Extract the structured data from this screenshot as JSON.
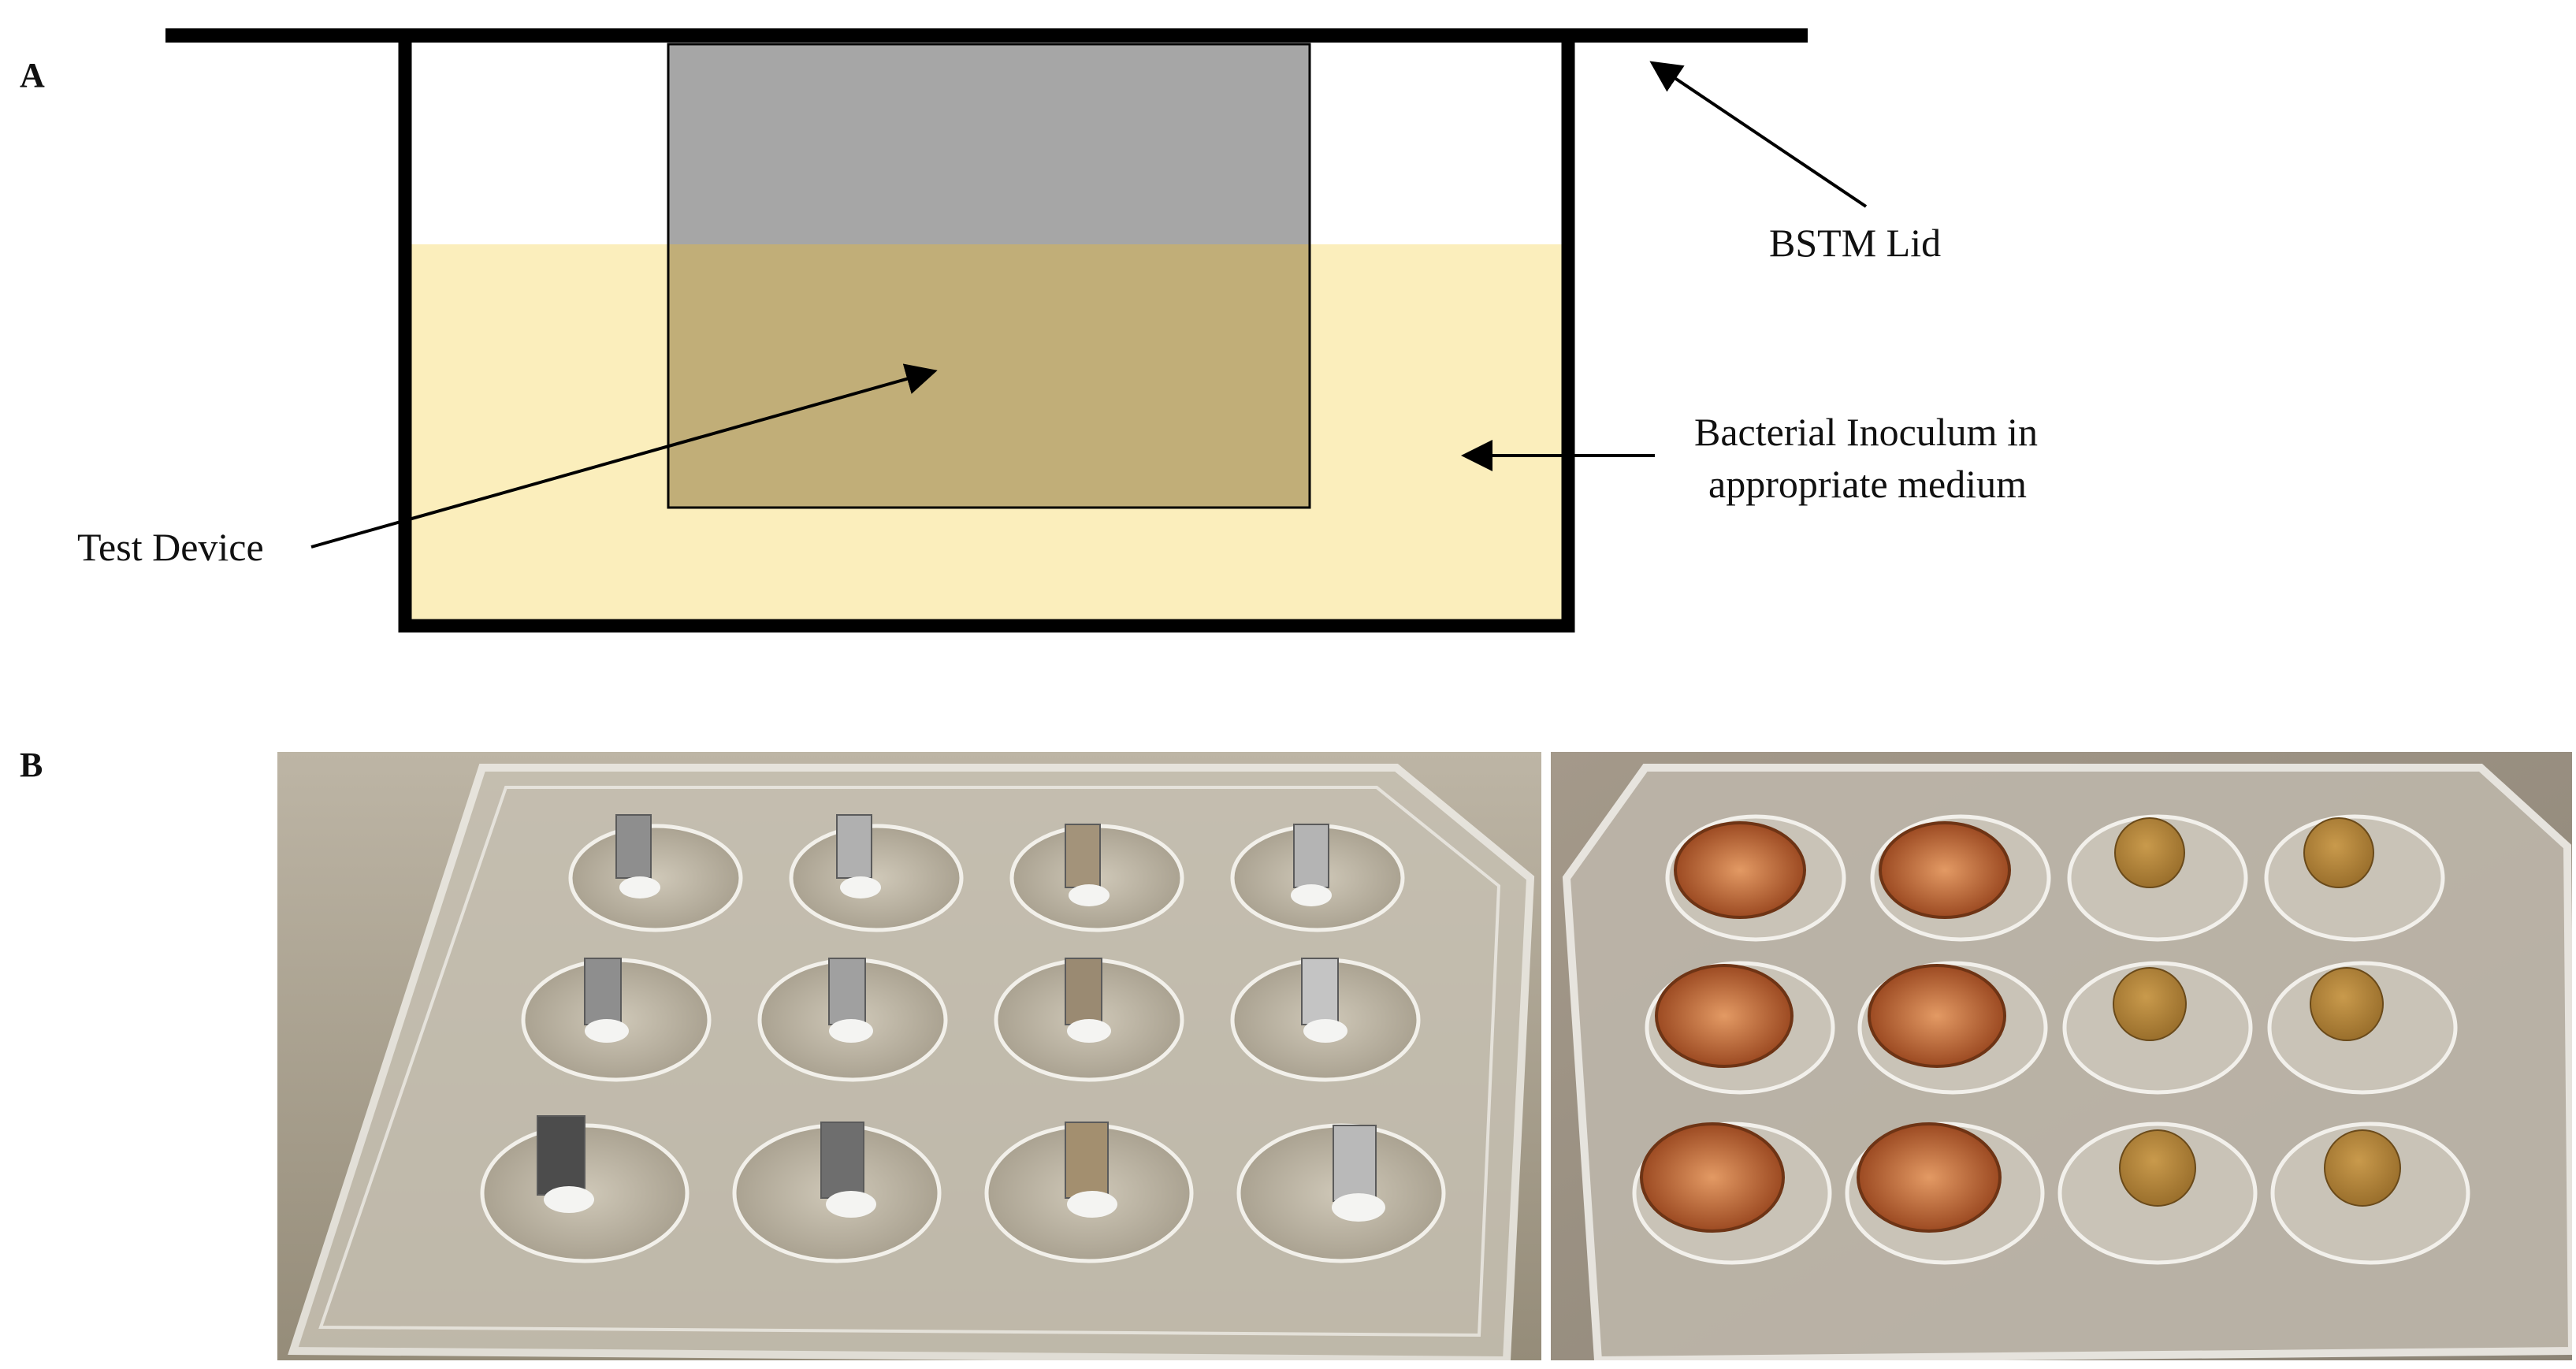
{
  "panels": {
    "a_letter": "A",
    "b_letter": "B"
  },
  "labels": {
    "lid": "BSTM Lid",
    "inoculum_line1": "Bacterial  Inoculum in",
    "inoculum_line2": "appropriate medium",
    "device": "Test Device"
  },
  "colors": {
    "medium": "#fbeebc",
    "device": "#a6a6a6",
    "device_submerged": "#c1ae78",
    "outline": "#000000",
    "bench": "#a59c8a",
    "copper": "#c76a3a"
  },
  "photos": {
    "left_plate": {
      "rows": 3,
      "cols": 4,
      "well_content": "metal-strip"
    },
    "right_plate": {
      "rows": 3,
      "cols": 4,
      "well_content": "copper-cup / sponge"
    }
  }
}
